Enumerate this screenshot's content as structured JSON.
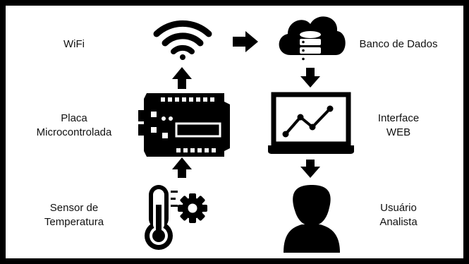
{
  "diagram": {
    "labels": {
      "wifi": "WiFi",
      "placa_line1": "Placa",
      "placa_line2": "Microcontrolada",
      "sensor_line1": "Sensor de",
      "sensor_line2": "Temperatura",
      "banco": "Banco de Dados",
      "interface_line1": "Interface",
      "interface_line2": "WEB",
      "usuario_line1": "Usuário",
      "usuario_line2": "Analista"
    },
    "icons": [
      "wifi-icon",
      "microcontroller-board-icon",
      "thermometer-icon",
      "gear-icon",
      "cloud-database-icon",
      "laptop-chart-icon",
      "user-icon",
      "arrow-icon"
    ],
    "colors": {
      "ink": "#000000",
      "background": "#ffffff"
    }
  }
}
